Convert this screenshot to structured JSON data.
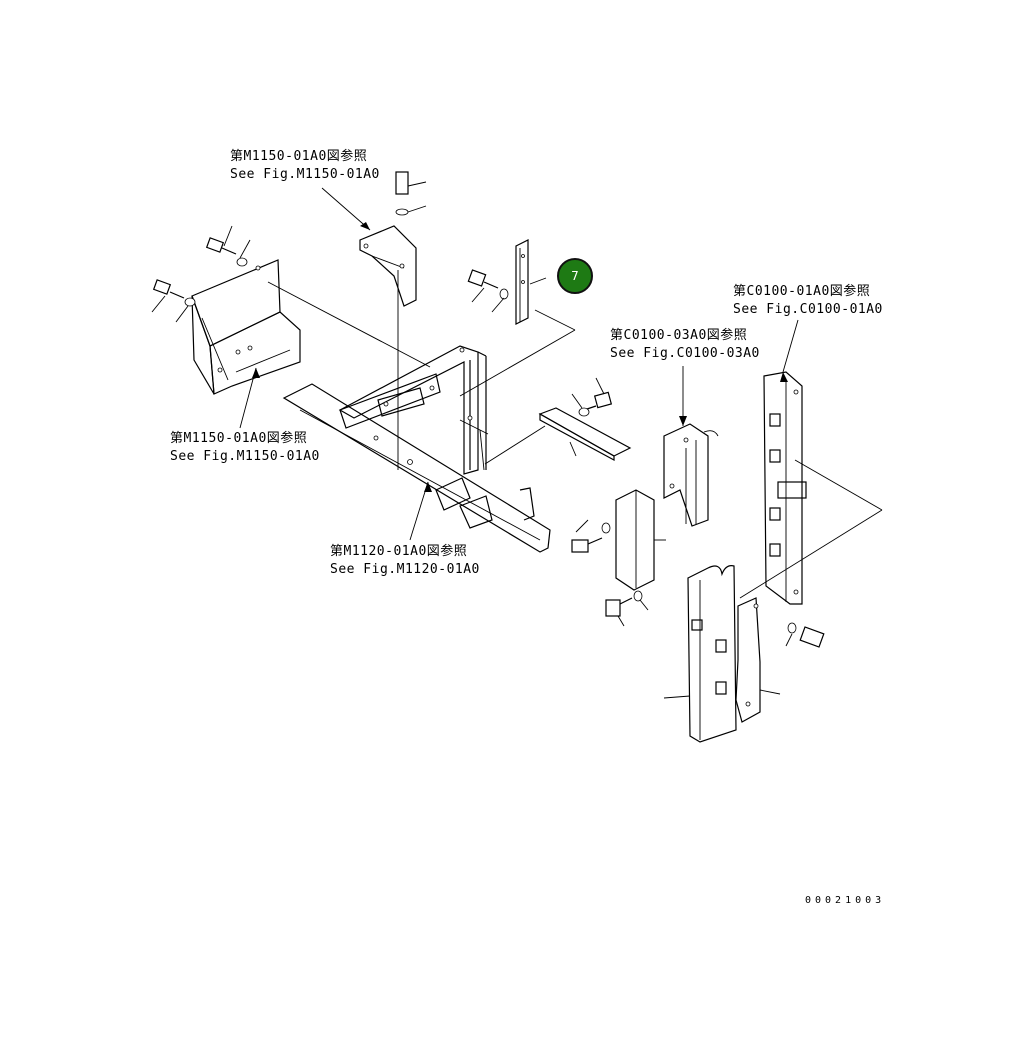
{
  "references": [
    {
      "id": "ref-m1150-top",
      "jp": "第M1150-01A0図参照",
      "en": "See Fig.M1150-01A0"
    },
    {
      "id": "ref-m1150-left",
      "jp": "第M1150-01A0図参照",
      "en": "See Fig.M1150-01A0"
    },
    {
      "id": "ref-m1120",
      "jp": "第M1120-01A0図参照",
      "en": "See Fig.M1120-01A0"
    },
    {
      "id": "ref-c0100-03",
      "jp": "第C0100-03A0図参照",
      "en": "See Fig.C0100-03A0"
    },
    {
      "id": "ref-c0100-01",
      "jp": "第C0100-01A0図参照",
      "en": "See Fig.C0100-01A0"
    }
  ],
  "hotspot": {
    "label": "7",
    "color": "#1e7a14"
  },
  "document_number": "00021003"
}
